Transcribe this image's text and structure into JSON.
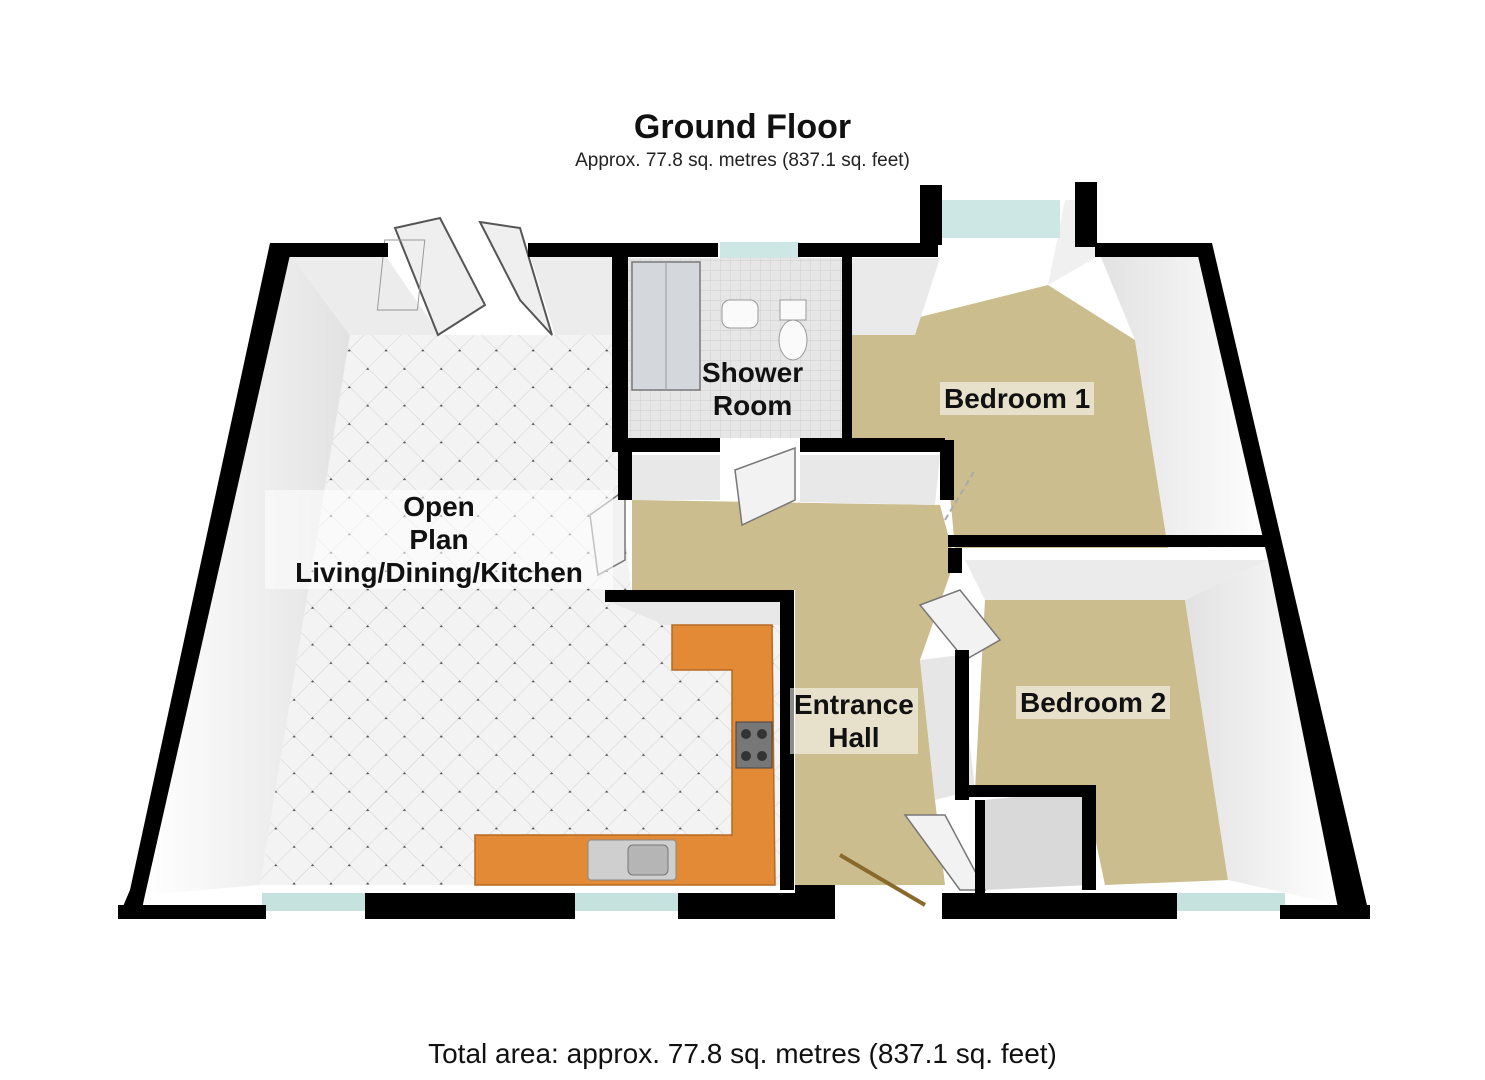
{
  "header": {
    "title": "Ground Floor",
    "subtitle": "Approx. 77.8 sq. metres (837.1 sq. feet)"
  },
  "rooms": {
    "shower": {
      "line1": "Shower",
      "line2": "Room"
    },
    "bedroom1": {
      "label": "Bedroom 1"
    },
    "open_plan": {
      "line1": "Open",
      "line2": "Plan",
      "line3": "Living/Dining/Kitchen"
    },
    "entrance": {
      "line1": "Entrance",
      "line2": "Hall"
    },
    "bedroom2": {
      "label": "Bedroom 2"
    }
  },
  "footer": {
    "total": "Total area: approx. 77.8 sq. metres (837.1 sq. feet)"
  },
  "colors": {
    "wall": "#000000",
    "wall_face": "#f4f4f4",
    "carpet": "#cfc092",
    "tile": "#f0f0f0",
    "worktop": "#e08a38",
    "glass": "#c9e7e3"
  }
}
